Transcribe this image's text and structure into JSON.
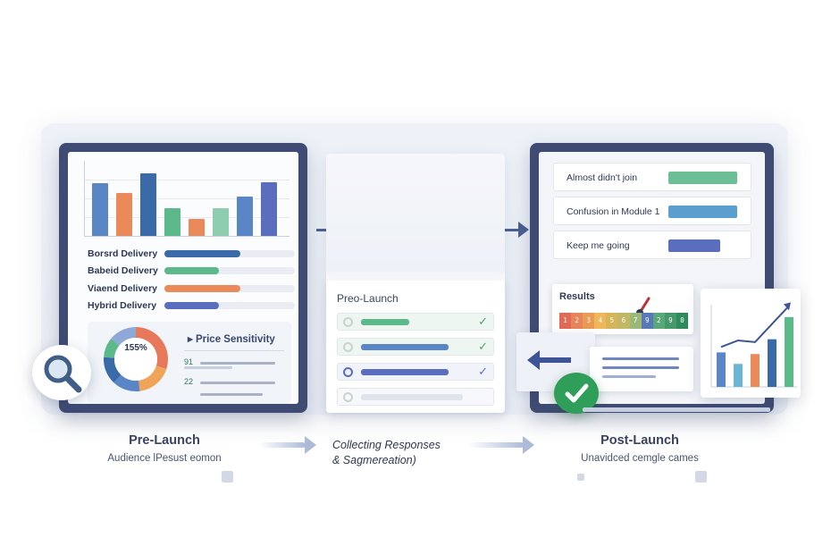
{
  "colors": {
    "frame": "#3f4b73",
    "blue": "#5a86c5",
    "dark_blue": "#3a6aa8",
    "green": "#5cb98a",
    "orange": "#ea8a5a",
    "indigo": "#5a6ebd",
    "light_green": "#8ecdb0",
    "check_green": "#2f9e58"
  },
  "left_chart": {
    "bars": [
      {
        "value": 0.7,
        "color": "#5a86c5"
      },
      {
        "value": 0.56,
        "color": "#ea8a5a"
      },
      {
        "value": 0.82,
        "color": "#3a6aa8"
      },
      {
        "value": 0.37,
        "color": "#5cb98a"
      },
      {
        "value": 0.22,
        "color": "#ea8a5a"
      },
      {
        "value": 0.37,
        "color": "#8ecdb0"
      },
      {
        "value": 0.52,
        "color": "#5a86c5"
      },
      {
        "value": 0.71,
        "color": "#5a6ebd"
      }
    ]
  },
  "delivery": [
    {
      "label": "Borsrd Delivery",
      "value": 0.58,
      "color": "#3a6aa8"
    },
    {
      "label": "Babeid Delivery",
      "value": 0.42,
      "color": "#5cb98a"
    },
    {
      "label": "Viaend Delivery",
      "value": 0.58,
      "color": "#ea8a5a"
    },
    {
      "label": "Hybrid Delivery",
      "value": 0.42,
      "color": "#5a6ebd"
    }
  ],
  "sensitivity": {
    "title": "Price Sensitivity",
    "donut_label": "155%",
    "rows": [
      "91",
      "22",
      ""
    ],
    "donut_segments": [
      {
        "value": 0.3,
        "color": "#e8785a"
      },
      {
        "value": 0.18,
        "color": "#f0a45a"
      },
      {
        "value": 0.14,
        "color": "#5a86c5"
      },
      {
        "value": 0.14,
        "color": "#3a6aa8"
      },
      {
        "value": 0.1,
        "color": "#5cb98a"
      },
      {
        "value": 0.14,
        "color": "#8ea8d8"
      }
    ]
  },
  "middle": {
    "title": "Preo-Launch",
    "rows": [
      {
        "fill": 0.45,
        "color": "#5cb98a",
        "state": "done",
        "tick": "✓"
      },
      {
        "fill": 0.82,
        "color": "#5a86c5",
        "state": "done",
        "tick": "✓"
      },
      {
        "fill": 0.82,
        "color": "#5a6ebd",
        "state": "progress",
        "tick": "✓"
      },
      {
        "fill": 0.95,
        "color": "#dfe4ec",
        "state": "empty",
        "tick": ""
      }
    ]
  },
  "feedback": [
    {
      "label": "Almost didn't join",
      "value": 0.82,
      "color": "#6cbf94"
    },
    {
      "label": "Confusion in Module 1",
      "value": 0.82,
      "color": "#5b9fcf"
    },
    {
      "label": "Keep me going",
      "value": 0.62,
      "color": "#5a6ebd"
    }
  ],
  "results": {
    "title": "Results",
    "scale": [
      {
        "label": "1",
        "color": "#e06a55"
      },
      {
        "label": "2",
        "color": "#e8835a"
      },
      {
        "label": "3",
        "color": "#eb9a55"
      },
      {
        "label": "4",
        "color": "#f0b65a"
      },
      {
        "label": "5",
        "color": "#d6b45a"
      },
      {
        "label": "6",
        "color": "#c2b764"
      },
      {
        "label": "7",
        "color": "#9ab878"
      },
      {
        "label": "9",
        "color": "#5a78b8"
      },
      {
        "label": "2",
        "color": "#58a87a"
      },
      {
        "label": "9",
        "color": "#44986a"
      },
      {
        "label": "0",
        "color": "#2f8a5c"
      }
    ]
  },
  "line_chart": {
    "bars": [
      {
        "value": 0.42,
        "color": "#5a86c5"
      },
      {
        "value": 0.28,
        "color": "#6bb6d6"
      },
      {
        "value": 0.4,
        "color": "#ea8a5a"
      },
      {
        "value": 0.58,
        "color": "#3a6aa8"
      },
      {
        "value": 0.85,
        "color": "#5cb98a"
      }
    ],
    "line": [
      0.42,
      0.5,
      0.48,
      0.7,
      0.92
    ]
  },
  "stages": {
    "pre_title": "Pre-Launch",
    "pre_sub": "Audience lPesust eomon",
    "mid_line1": "Collecting Responses",
    "mid_line2": "& Sagmereation)",
    "post_title": "Post-Launch",
    "post_sub": "Unavidced cemgle cames"
  }
}
